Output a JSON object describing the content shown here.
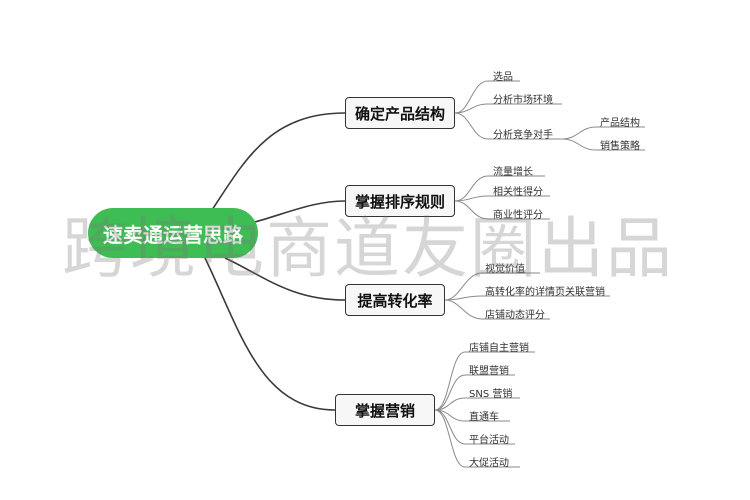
{
  "root": {
    "label": "速卖通运营思路",
    "color": "#3fbd55"
  },
  "branches": [
    {
      "label": "确定产品结构",
      "items": [
        {
          "label": "选品"
        },
        {
          "label": "分析市场环境"
        },
        {
          "label": "分析竞争对手",
          "children": [
            {
              "label": "产品结构"
            },
            {
              "label": "销售策略"
            }
          ]
        }
      ]
    },
    {
      "label": "掌握排序规则",
      "items": [
        {
          "label": "流量增长"
        },
        {
          "label": "相关性得分"
        },
        {
          "label": "商业性评分"
        }
      ]
    },
    {
      "label": "提高转化率",
      "items": [
        {
          "label": "视觉价值"
        },
        {
          "label": "高转化率的详情页关联营销"
        },
        {
          "label": "店铺动态评分"
        }
      ]
    },
    {
      "label": "掌握营销",
      "items": [
        {
          "label": "店铺自主营销"
        },
        {
          "label": "联盟营销"
        },
        {
          "label": "SNS 营销"
        },
        {
          "label": "直通车"
        },
        {
          "label": "平台活动"
        },
        {
          "label": "大促活动"
        }
      ]
    }
  ],
  "watermark": "跨境电商道友圈出品"
}
